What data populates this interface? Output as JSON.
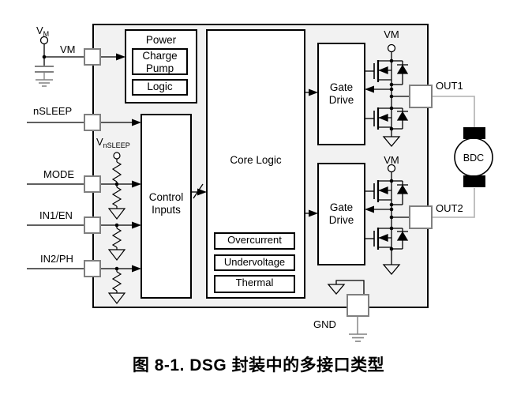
{
  "caption": "图 8-1. DSG 封装中的多接口类型",
  "left_pins": {
    "vm": "VM",
    "nsleep": "nSLEEP",
    "mode": "MODE",
    "in1": "IN1/EN",
    "in2": "IN2/PH"
  },
  "right_pins": {
    "out1": "OUT1",
    "out2": "OUT2"
  },
  "bottom_pin": {
    "gnd": "GND"
  },
  "terminals": {
    "vm_supply": "V",
    "vm_supply_sub": "M",
    "vnsleep": "V",
    "vnsleep_sub": "nSLEEP",
    "vm_bridge1": "VM",
    "vm_bridge2": "VM"
  },
  "blocks": {
    "power": "Power",
    "charge_pump": "Charge Pump",
    "logic": "Logic",
    "control_inputs": "Control Inputs",
    "core_logic": "Core Logic",
    "overcurrent": "Overcurrent",
    "undervoltage": "Undervoltage",
    "thermal": "Thermal",
    "gate_drive_1": "Gate Drive",
    "gate_drive_2": "Gate Drive"
  },
  "motor": {
    "label": "BDC"
  },
  "colors": {
    "chip_fill": "#f2f2f2",
    "block_fill": "#ffffff",
    "wire": "#000000",
    "pin_border": "#808080",
    "motor_wire": "#b0b0b0"
  }
}
